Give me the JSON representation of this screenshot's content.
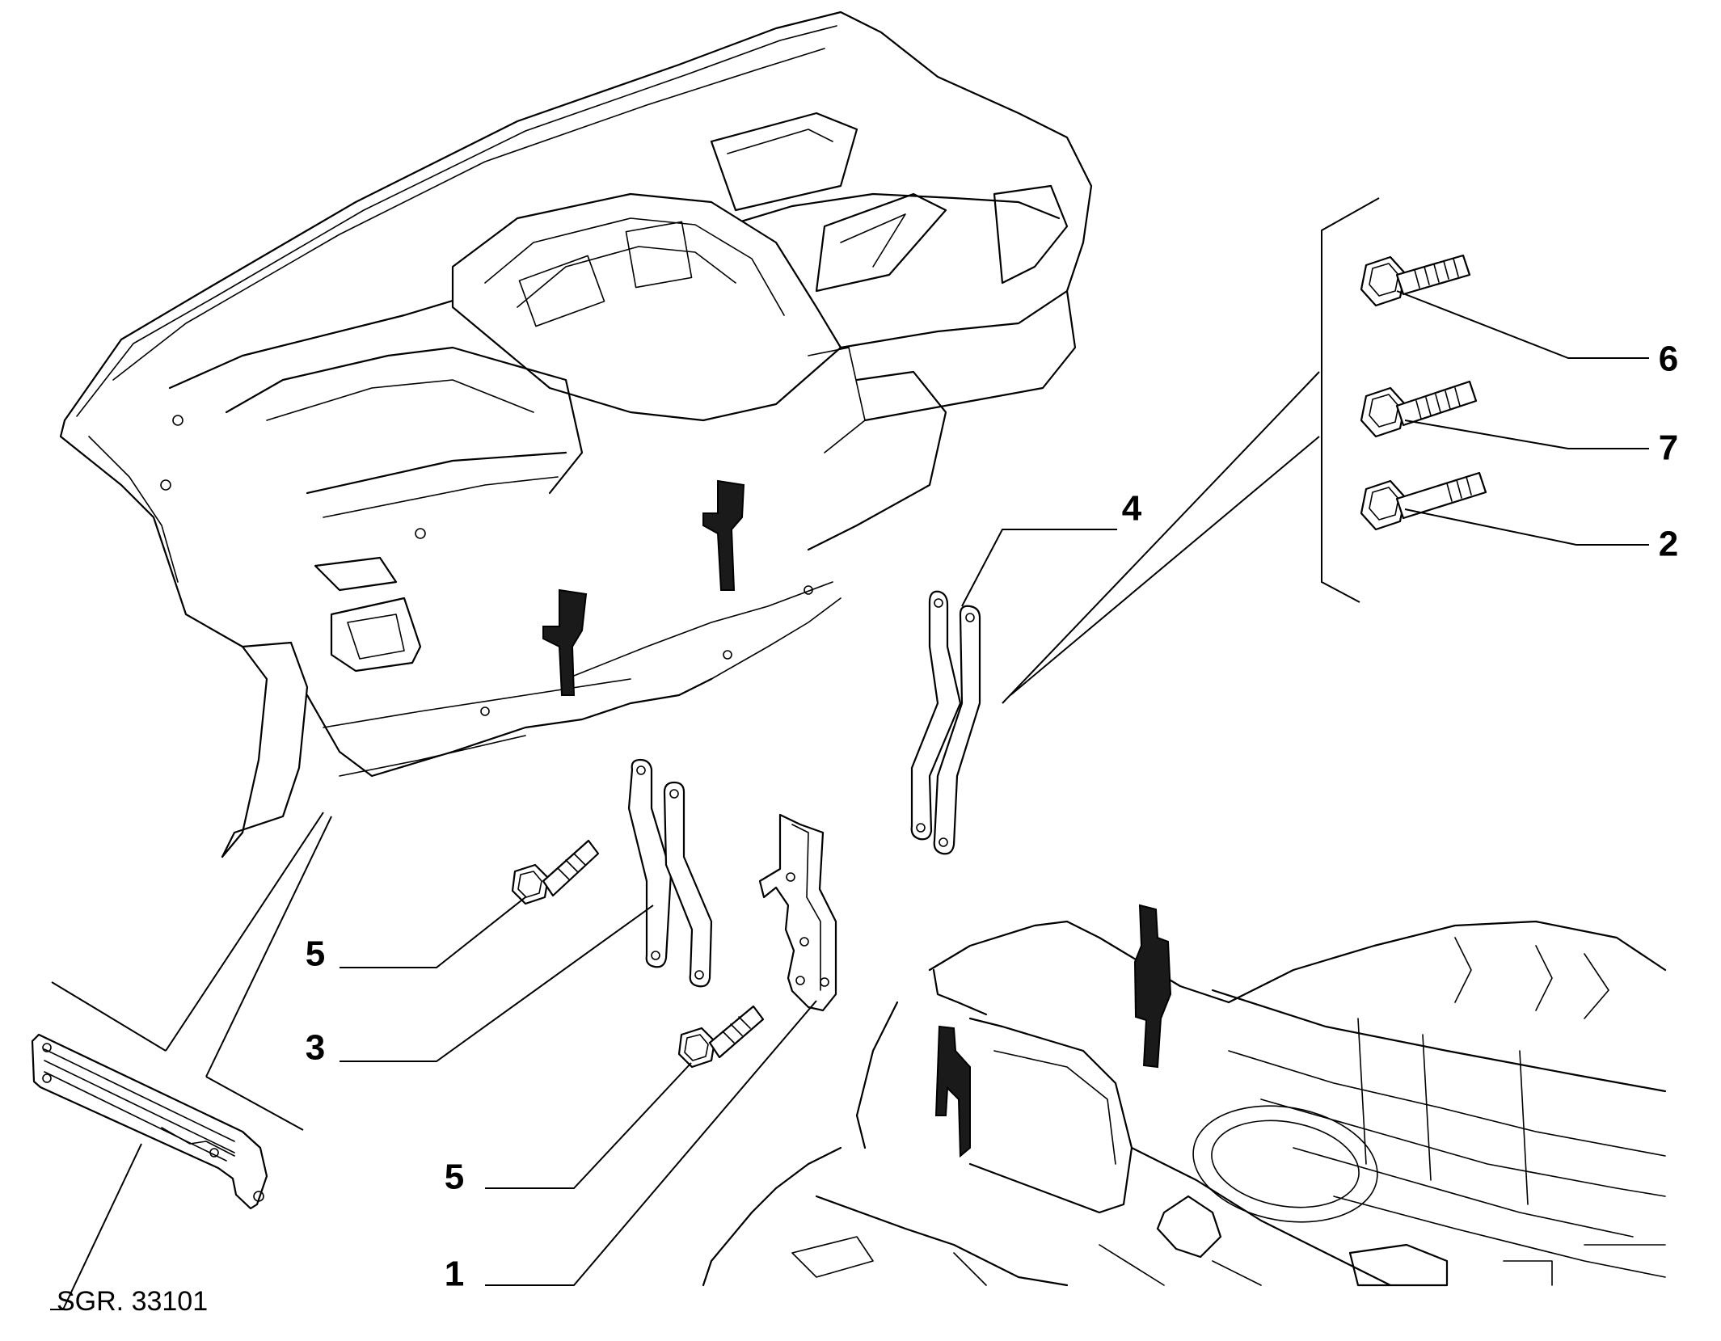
{
  "callouts": {
    "c6": "6",
    "c7": "7",
    "c2": "2",
    "c4": "4",
    "c5a": "5",
    "c3": "3",
    "c5b": "5",
    "c1": "1"
  },
  "reference": "SGR. 33101"
}
